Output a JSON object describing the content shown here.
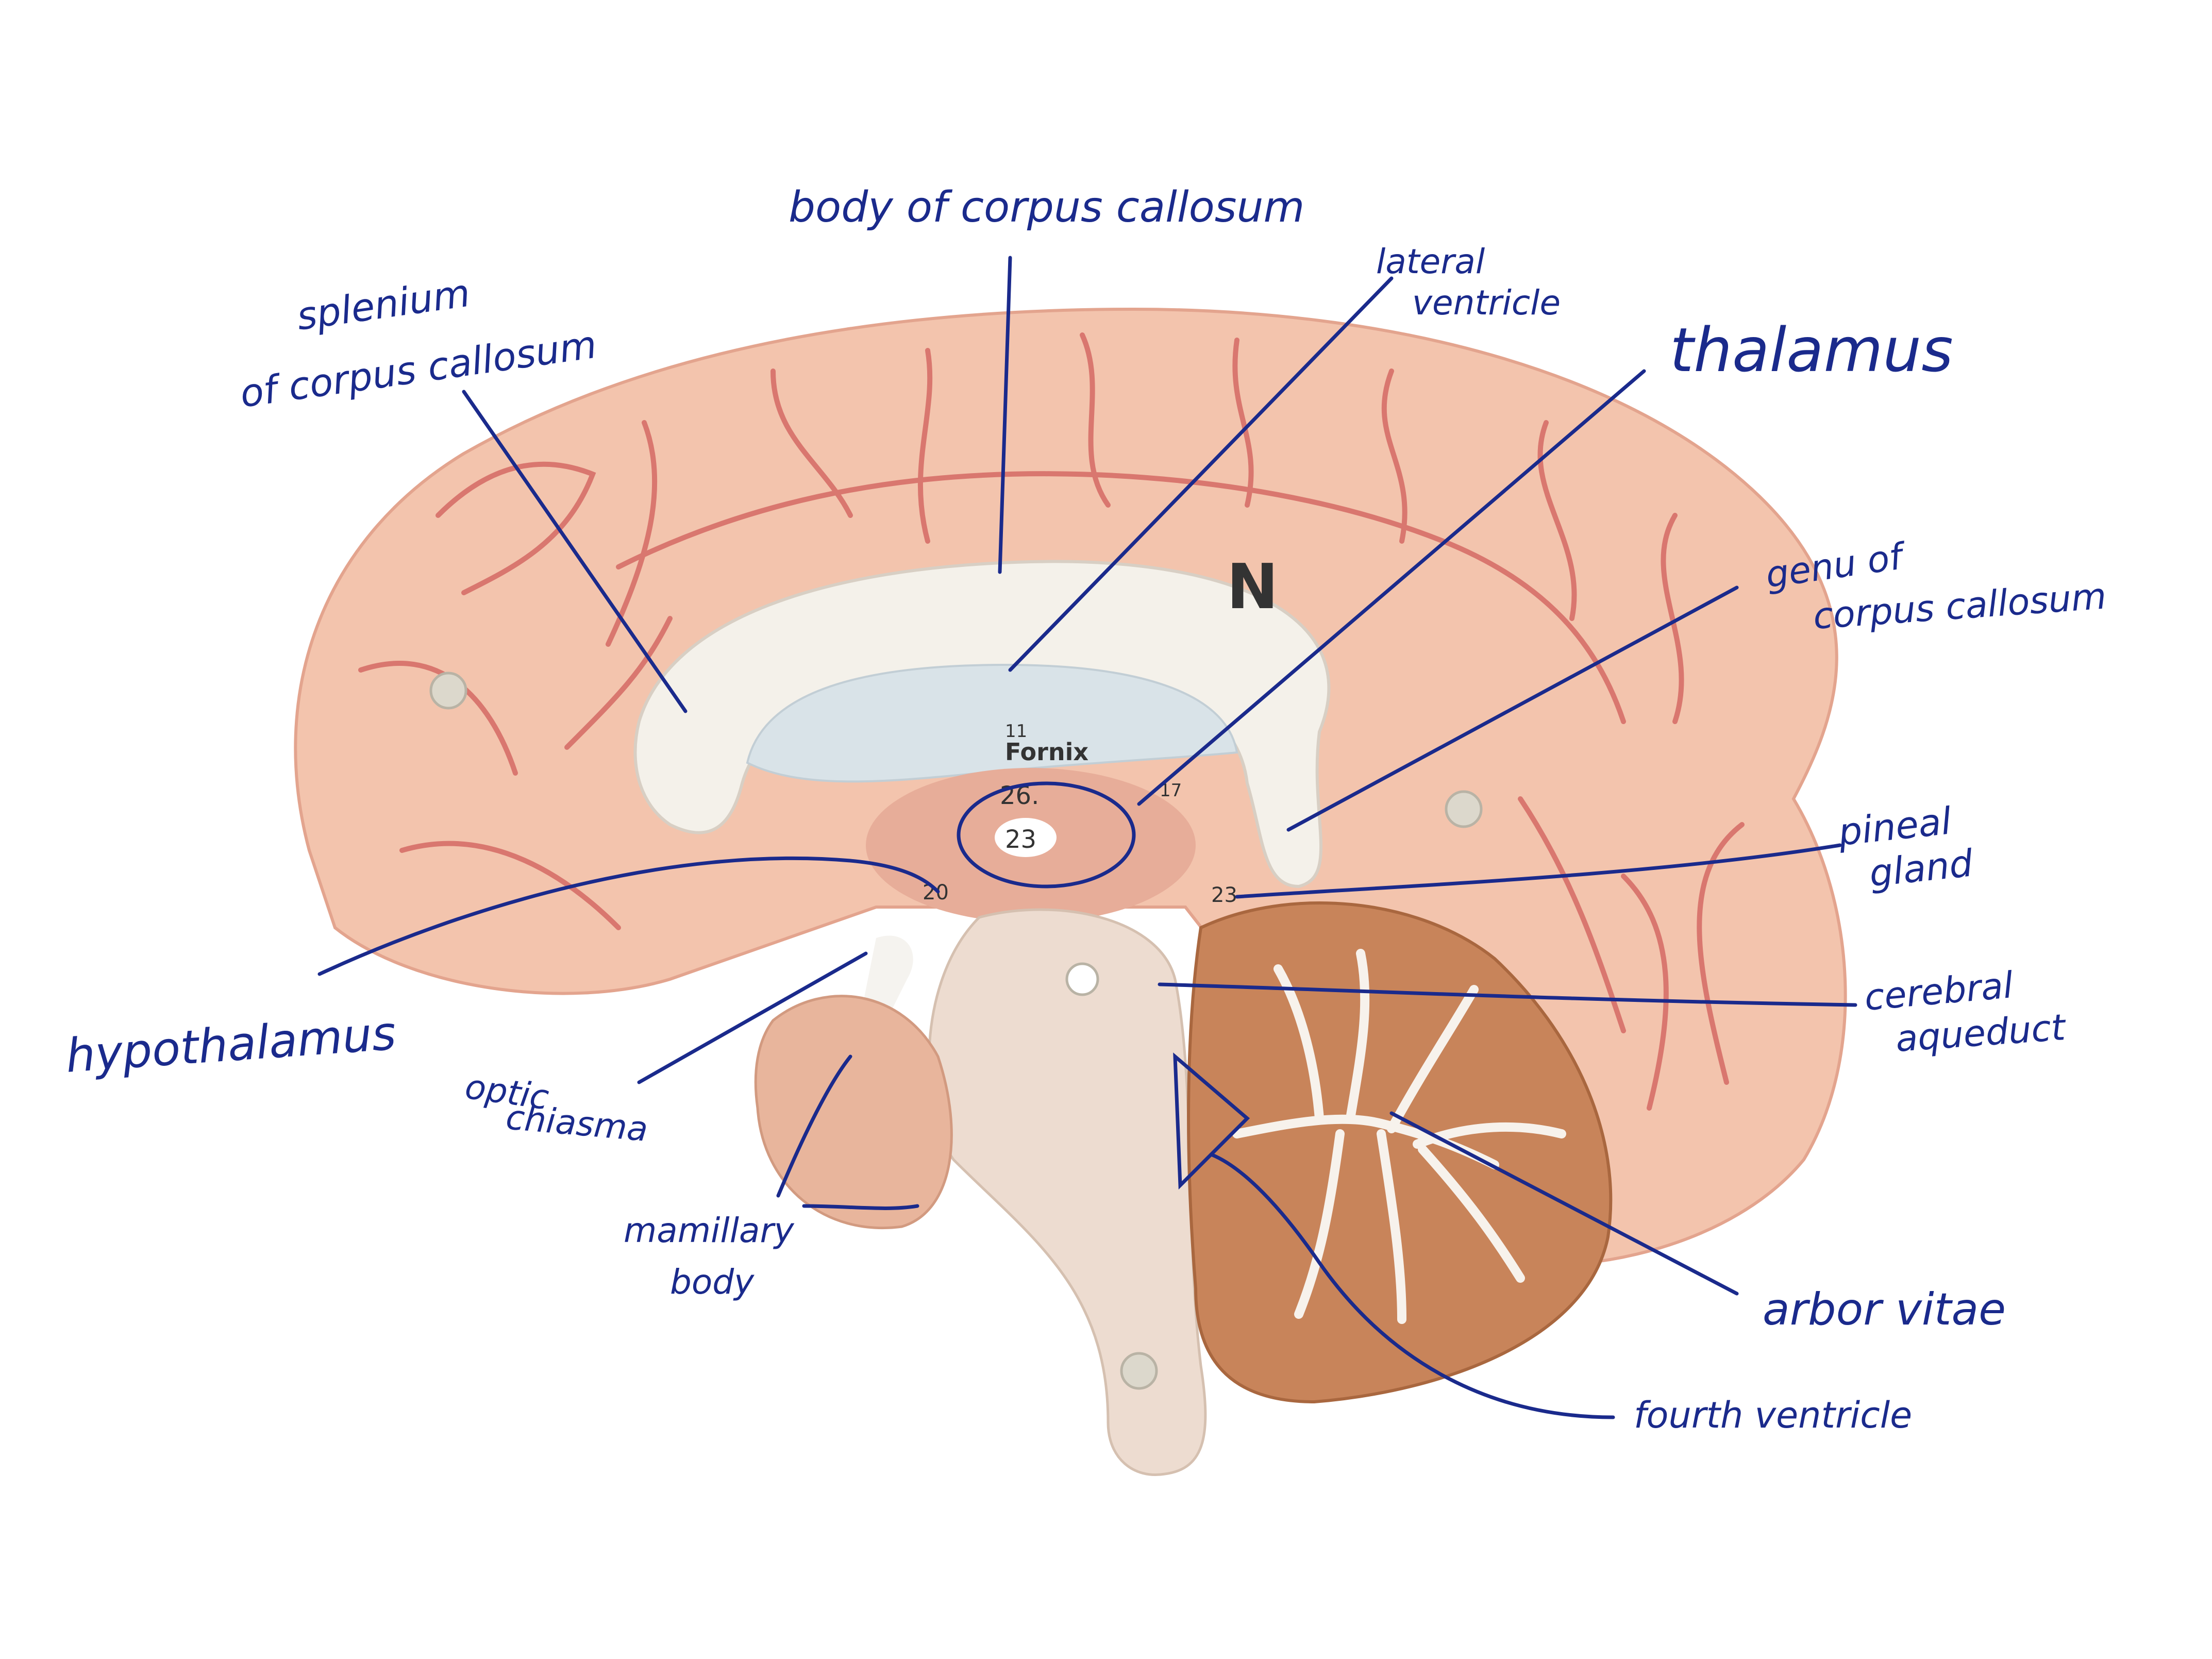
{
  "labels": {
    "body_cc": "body of corpus callosum",
    "splenium_1": "splenium",
    "splenium_2": "of corpus callosum",
    "lateral_1": "lateral",
    "lateral_2": "ventricle",
    "thalamus": "thalamus",
    "genu_1": "genu of",
    "genu_2": "corpus callosum",
    "pineal_1": "pineal",
    "pineal_2": "gland",
    "hypothalamus": "hypothalamus",
    "cerebral_1": "cerebral",
    "cerebral_2": "aqueduct",
    "optic_1": "optic",
    "optic_2": "chiasma",
    "mamillary_1": "mamillary",
    "mamillary_2": "body",
    "arbor": "arbor vitae",
    "fourth": "fourth ventricle"
  },
  "model_marks": {
    "fornix": "Fornix",
    "n26": "26.",
    "n23a": "23",
    "n20": "20",
    "n23b": "23",
    "n11": "11",
    "n17": "17",
    "letter_n": "N"
  },
  "colors": {
    "ink": "#1a2a8c",
    "cortex": "#f3c4ad",
    "sulcus": "#d9776f",
    "white_matter": "#f4f1ea",
    "ventricle": "#d9e3e8",
    "cerebellum": "#c8845a",
    "brainstem": "#eddcd0"
  }
}
